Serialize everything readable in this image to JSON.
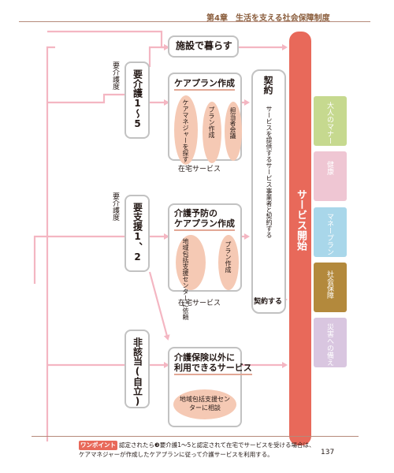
{
  "header": {
    "chapter": "第4章　生活を支える社会保障制度"
  },
  "levels": {
    "care": {
      "label": "要介護1〜5",
      "side_label": "要介護度"
    },
    "support": {
      "label": "要支援1、2",
      "side_label": "要介護度"
    },
    "none": {
      "label": "非該当(自立)"
    }
  },
  "boxes": {
    "facility": {
      "title": "施設で暮らす"
    },
    "careplan": {
      "title": "ケアプラン作成",
      "steps": [
        "ケアマネジャーを探す",
        "プラン作成",
        "担当者会議"
      ],
      "footer": "在宅サービス"
    },
    "prevention": {
      "title_line1": "介護予防の",
      "title_line2": "ケアプラン作成",
      "steps": [
        "地域包括支援センターに依頼",
        "プラン作成"
      ],
      "footer": "在宅サービス"
    },
    "other": {
      "title_line1": "介護保険以外に",
      "title_line2": "利用できるサービス",
      "consult": "地域包括支援センターに相談"
    }
  },
  "contract": {
    "title": "契約",
    "description": "サービスを提供するサービス事業者と契約する",
    "done": "契約する"
  },
  "service_start": "サービス開始",
  "tabs": [
    {
      "label": "大人のマナー",
      "color": "#c6d98f"
    },
    {
      "label": "健康",
      "color": "#efc6d3"
    },
    {
      "label": "マネープラン",
      "color": "#a9d7ea"
    },
    {
      "label": "社会保障",
      "color": "#b3893c"
    },
    {
      "label": "災害への備え",
      "color": "#d9c6e0"
    }
  ],
  "footer": {
    "badge": "ワンポイント",
    "text": "認定されたら❸要介護1〜5と認定されて在宅でサービスを受ける場合は、ケアマネジャーが作成したケアプランに従って介護サービスを利用する。",
    "page": "137"
  },
  "colors": {
    "arrow": "#f4b6c2",
    "accent": "#e8695a",
    "oval": "#f5c9b4",
    "frame": "#c2c2c2"
  }
}
